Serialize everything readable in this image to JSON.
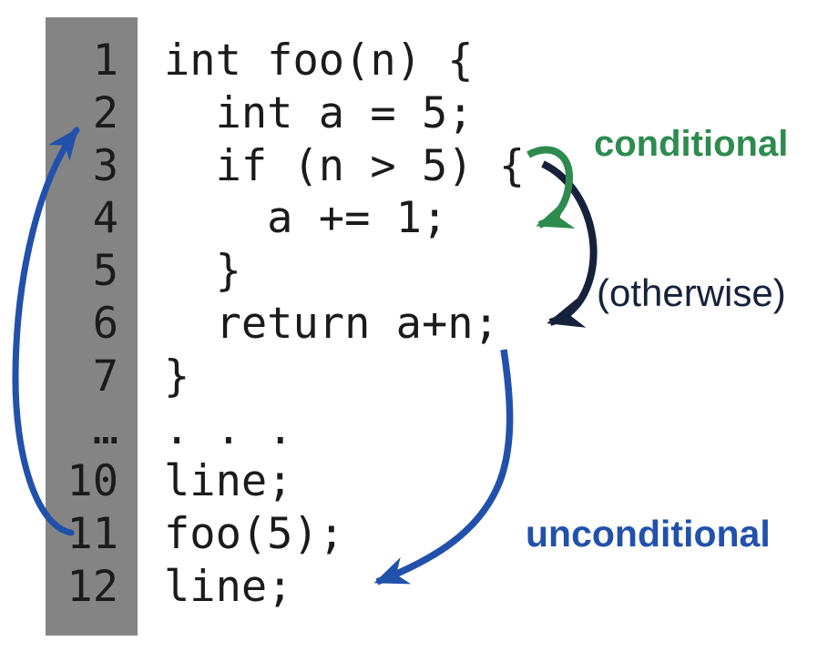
{
  "diagram": {
    "kind": "code-jump-diagram",
    "code": {
      "lines": [
        {
          "number": "1",
          "code": "int foo(n) {"
        },
        {
          "number": "2",
          "code": "  int a = 5;"
        },
        {
          "number": "3",
          "code": "  if (n > 5) {"
        },
        {
          "number": "4",
          "code": "    a += 1;"
        },
        {
          "number": "5",
          "code": "  }"
        },
        {
          "number": "6",
          "code": "  return a+n;"
        },
        {
          "number": "7",
          "code": "}"
        },
        {
          "number": "…",
          "code": "..."
        },
        {
          "number": "10",
          "code": "line;"
        },
        {
          "number": "11",
          "code": "foo(5);"
        },
        {
          "number": "12",
          "code": "line;"
        }
      ]
    },
    "labels": {
      "conditional": "conditional",
      "otherwise": "(otherwise)",
      "unconditional": "unconditional"
    },
    "arrows": [
      {
        "name": "call-jump-arrow",
        "from_line": "11",
        "to_line": "2",
        "color": "#2151ab"
      },
      {
        "name": "otherwise-jump-arrow",
        "from_line": "3",
        "to_line": "6",
        "color": "#16213c"
      },
      {
        "name": "conditional-jump-arrow",
        "from_line": "3",
        "to_line": "4",
        "color": "#2e8b4f"
      },
      {
        "name": "unconditional-jump-arrow",
        "from_line": "6",
        "to_line": "12",
        "color": "#2151ab"
      }
    ],
    "colors": {
      "conditional_green": "#2e8b4f",
      "otherwise_navy": "#16213c",
      "jump_blue": "#2151ab",
      "gutter_gray": "#848484",
      "code_ink": "#1b1b1b",
      "background": "#ffffff"
    }
  }
}
